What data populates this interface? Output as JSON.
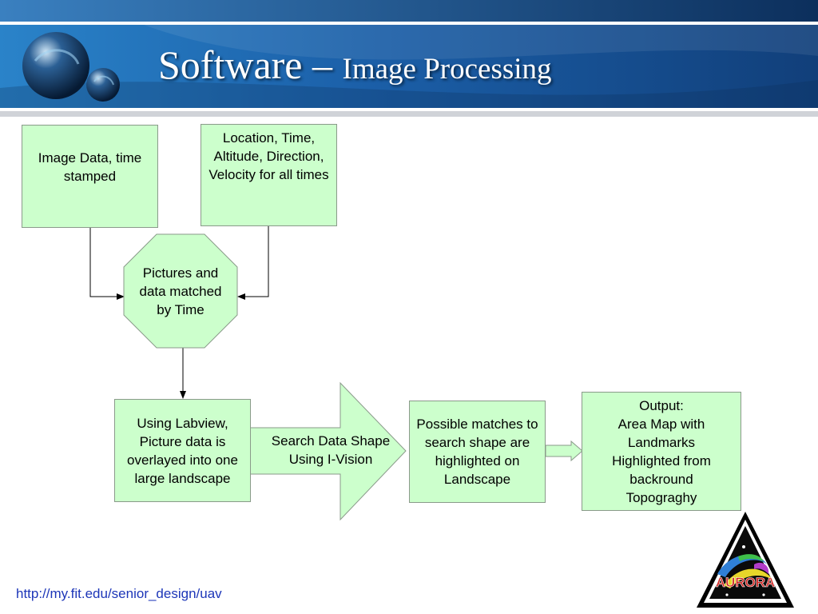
{
  "slide": {
    "title_main": "Software – ",
    "title_sub": "Image Processing",
    "footer_url": "http://my.fit.edu/senior_design/uav",
    "logo_text": "AURORA"
  },
  "nodes": {
    "image_data": "Image Data, time stamped",
    "location": "Location, Time, Altitude, Direction, Velocity for all times",
    "pictures_matched": "Pictures and data matched by Time",
    "labview": "Using Labview, Picture data is overlayed into one large landscape",
    "search": "Search Data Shape Using I-Vision",
    "possible_matches": "Possible matches to search shape are highlighted on Landscape",
    "output_head": "Output:",
    "output_body": "Area Map with Landmarks Highlighted from backround Topograghy"
  },
  "colors": {
    "box_fill": "#ccffcc",
    "box_border": "#8a9a8a",
    "header_blue": "#1b5fa8",
    "header_dark": "#0c2f5c",
    "link": "#1d36b8"
  }
}
